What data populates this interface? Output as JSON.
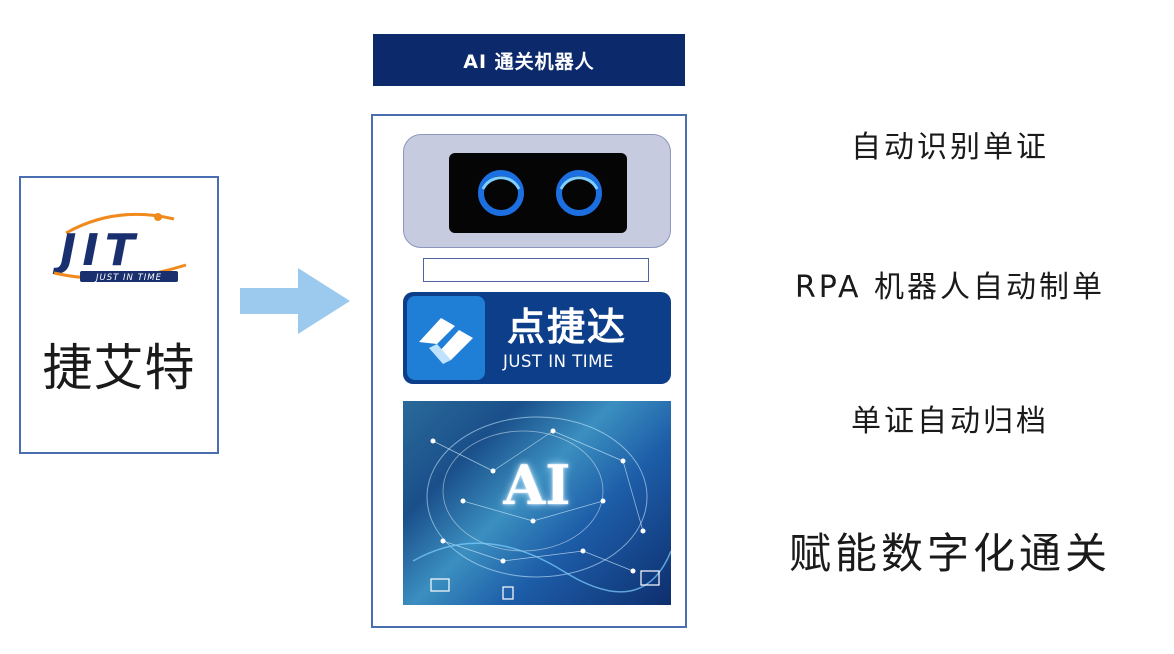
{
  "diagram": {
    "company": {
      "logo_text": "JIT",
      "logo_tagline": "JUST IN TIME",
      "name": "捷艾特"
    },
    "robot": {
      "title": "AI 通关机器人",
      "brand_name": "点捷达",
      "brand_tagline": "JUST IN TIME",
      "ai_label": "AI"
    },
    "features": [
      "自动识别单证",
      "RPA 机器人自动制单",
      "单证自动归档",
      "赋能数字化通关"
    ],
    "colors": {
      "navy": "#0c2a6b",
      "frame_border": "#4a6fb0",
      "arrow": "#9cc9ee",
      "eye_blue": "#1c6fe0",
      "logo_orange": "#f08a1c"
    }
  }
}
